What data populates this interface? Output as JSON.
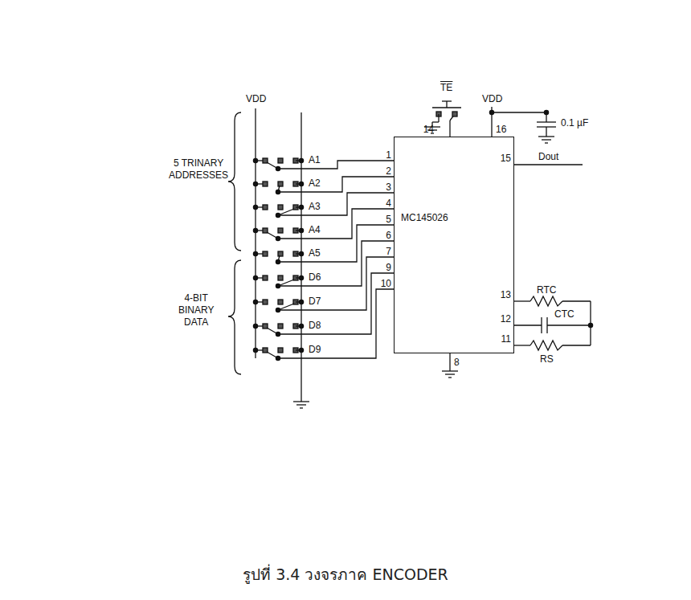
{
  "diagram": {
    "caption": "รูปที่ 3.4 วงจรภาค ENCODER",
    "nodes": [
      {
        "text": [
          "MC145026"
        ]
      }
    ],
    "labels": [
      "VDD",
      "A1",
      "A2",
      "A3",
      "A4",
      "A5",
      "D6",
      "D7",
      "D8",
      "D9",
      "5 TRINARY ADDRESSES",
      "4-BIT BINARY DATA",
      "TE",
      "VDD",
      "0.1 µF",
      "14",
      "16",
      "15",
      "Dout",
      "1",
      "2",
      "3",
      "4",
      "5",
      "6",
      "7",
      "9",
      "10",
      "13",
      "12",
      "11",
      "RTC",
      "CTC",
      "RS",
      "8"
    ]
  }
}
